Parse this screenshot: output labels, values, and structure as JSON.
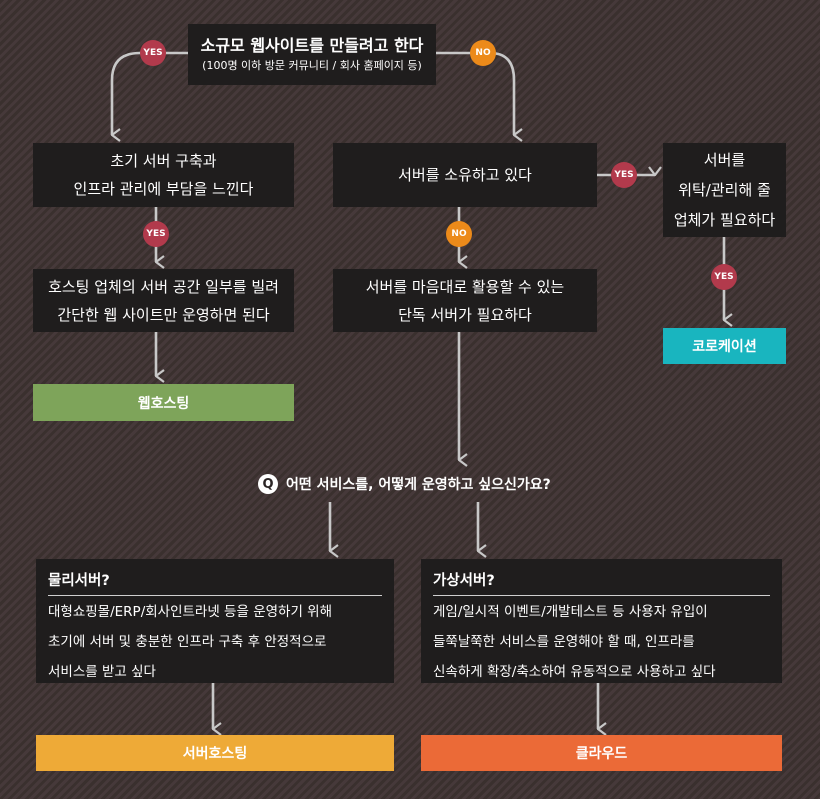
{
  "colors": {
    "background": "#3d3331",
    "box": "#1f1d1d",
    "yes_badge": "#b23a4c",
    "no_badge": "#ec8a1a",
    "arrow": "#c8c8c8",
    "web_hosting": "#7ea45a",
    "colocation": "#19b5bf",
    "server_hosting": "#eeaa37",
    "cloud": "#eb6a37"
  },
  "start": {
    "title": "소규모 웹사이트를 만들려고 한다",
    "subtitle": "(100명 이하 방문 커뮤니티 / 회사 홈페이지 등)"
  },
  "left_decision": {
    "line1": "초기 서버 구축과",
    "line2": "인프라 관리에 부담을 느낀다"
  },
  "mid_decision": {
    "line1": "서버를 소유하고 있다"
  },
  "right_decision": {
    "line1": "서버를",
    "line2": "위탁/관리해 줄",
    "line3": "업체가 필요하다"
  },
  "left_result": {
    "line1": "호스팅 업체의 서버 공간 일부를 빌려",
    "line2": "간단한 웹 사이트만 운영하면 된다"
  },
  "mid_result": {
    "line1": "서버를 마음대로 활용할 수 있는",
    "line2": "단독 서버가 필요하다"
  },
  "badges": {
    "yes": "YES",
    "no": "NO"
  },
  "outcomes": {
    "web_hosting": "웹호스팅",
    "colocation": "코로케이션",
    "server_hosting": "서버호스팅",
    "cloud": "클라우드"
  },
  "question": {
    "icon": "Q",
    "text": "어떤 서비스를, 어떻게 운영하고 싶으신가요?"
  },
  "physical": {
    "heading": "물리서버?",
    "lines": [
      "대형쇼핑몰/ERP/회사인트라넷 등을 운영하기 위해",
      "초기에 서버 및 충분한 인프라 구축 후 안정적으로",
      "서비스를 받고 싶다"
    ]
  },
  "virtual": {
    "heading": "가상서버?",
    "lines": [
      "게임/일시적 이벤트/개발테스트 등 사용자 유입이",
      "들쭉날쭉한 서비스를 운영해야 할 때, 인프라를",
      "신속하게 확장/축소하여 유동적으로 사용하고 싶다"
    ]
  }
}
